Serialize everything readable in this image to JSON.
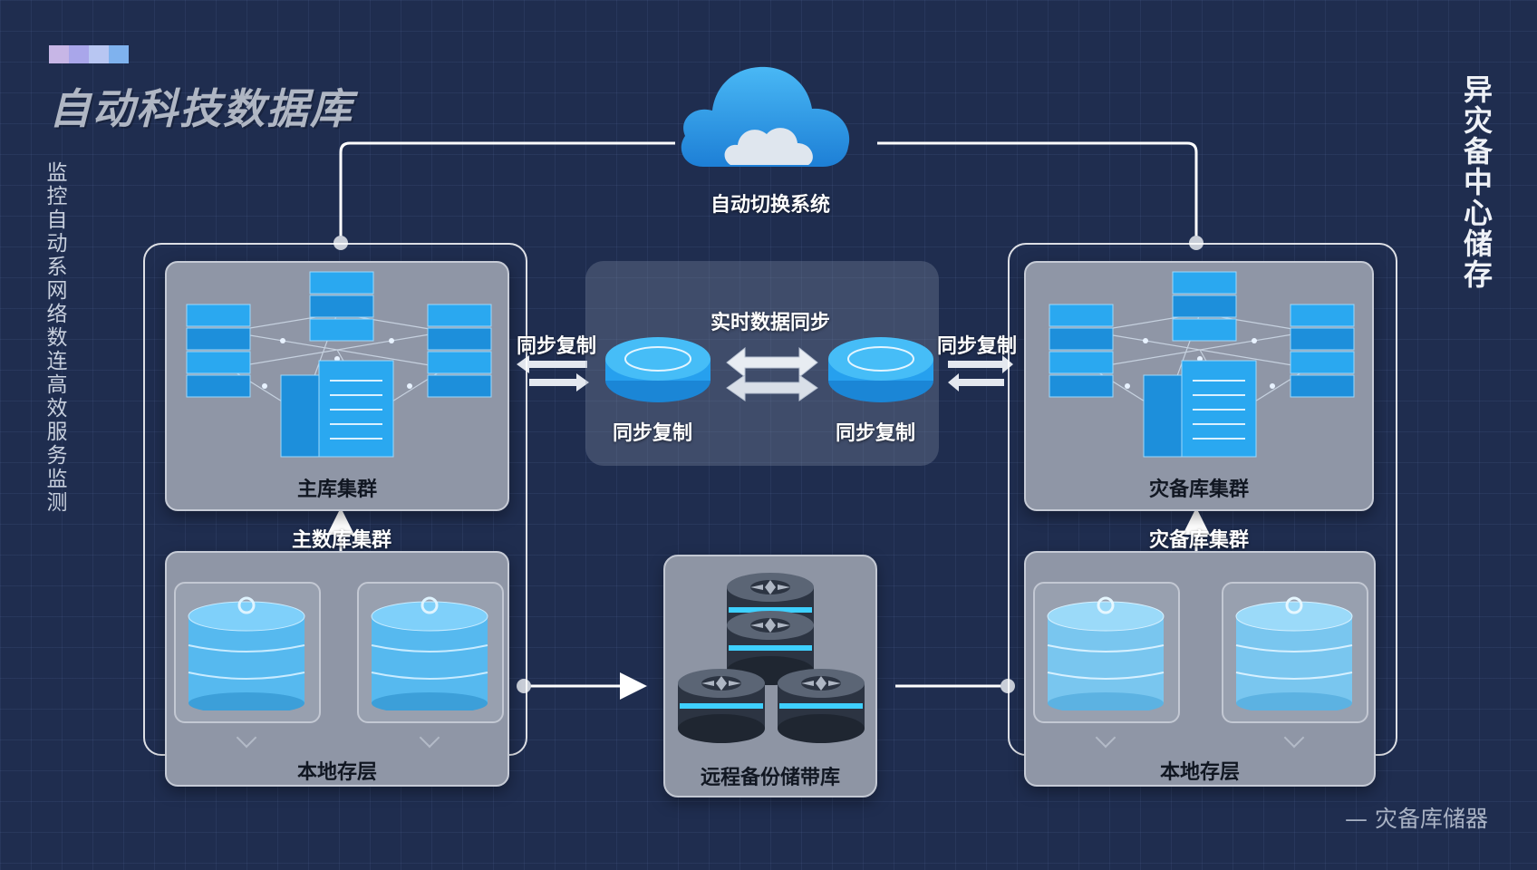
{
  "header": {
    "title": "自动科技数据库",
    "swatch_colors": [
      "#c7b6e6",
      "#a9a6ea",
      "#b8c6f2",
      "#7fb2ee"
    ]
  },
  "left_vertical_text": "监控自动系网络数连高效服务监测",
  "right_vertical_text": "异灾备中心储存",
  "cloud": {
    "label": "自动切换系统",
    "icon": "cloud-icon"
  },
  "primary": {
    "cluster_label": "主库集群",
    "section_label": "主数库集群",
    "storage_label": "本地存层",
    "icon": "server-cluster-icon"
  },
  "sync_center": {
    "title": "实时数据同步",
    "left_node_label": "同步复制",
    "right_node_label": "同步复制",
    "left_link_label": "同步复制",
    "right_link_label": "同步复制",
    "icon": "sync-arrows-icon"
  },
  "standby": {
    "cluster_label": "灾备库集群",
    "section_label": "灾备库集群",
    "storage_label": "本地存层",
    "icon": "server-cluster-icon"
  },
  "remote_backup": {
    "label": "远程备份储带库",
    "icon": "tape-library-icon"
  },
  "footer": {
    "note": "— 灾备库储器"
  },
  "colors": {
    "background": "#1f2d4f",
    "accent_blue": "#2aa8f0",
    "panel_gray": "#8f96a6",
    "line_white": "#ffffff"
  }
}
